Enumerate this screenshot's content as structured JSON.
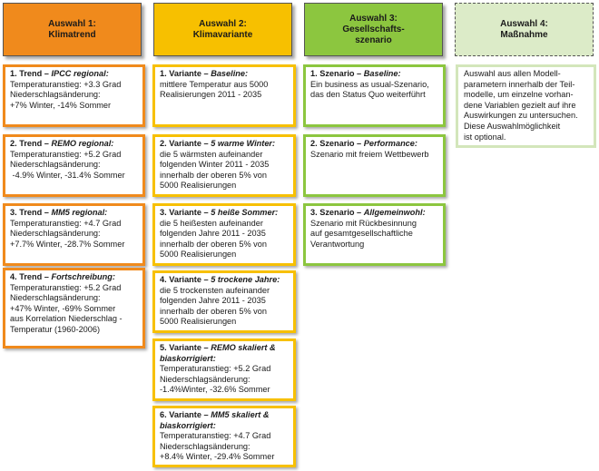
{
  "columns": [
    {
      "header": [
        "Auswahl 1:",
        "Klimatrend"
      ],
      "color": "#f08a1c",
      "border": "#f08a1c",
      "items": [
        {
          "num": "1. Trend – ",
          "name": "IPCC regional:",
          "lines": [
            "Temperaturanstieg: +3.3 Grad",
            "Niederschlagsänderung:",
            "+7% Winter, -14% Sommer"
          ]
        },
        {
          "num": "2. Trend – ",
          "name": "REMO regional:",
          "lines": [
            "Temperaturanstieg: +5.2 Grad",
            "Niederschlagsänderung:",
            " -4.9% Winter, -31.4% Sommer"
          ]
        },
        {
          "num": "3. Trend – ",
          "name": "MM5 regional:",
          "lines": [
            "Temperaturanstieg: +4.7 Grad",
            "Niederschlagsänderung:",
            "+7.7% Winter, -28.7% Sommer"
          ]
        },
        {
          "num": "4. Trend – ",
          "name": "Fortschreibung:",
          "lines": [
            "Temperaturanstieg: +5.2 Grad",
            "Niederschlagsänderung:",
            "+47% Winter, -69% Sommer",
            "aus Korrelation Niederschlag -",
            "Temperatur (1960-2006)"
          ]
        }
      ]
    },
    {
      "header": [
        "Auswahl 2:",
        "Klimavariante"
      ],
      "color": "#f7c000",
      "border": "#f7c000",
      "items": [
        {
          "num": "1. Variante – ",
          "name": "Baseline:",
          "lines": [
            "mittlere Temperatur aus 5000",
            "Realisierungen 2011 - 2035"
          ]
        },
        {
          "num": "2. Variante – ",
          "name": "5 warme Winter:",
          "lines": [
            "die 5 wärmsten aufeinander",
            "folgenden Winter 2011 - 2035",
            "innerhalb der oberen 5% von",
            "5000 Realisierungen"
          ]
        },
        {
          "num": "3. Variante – ",
          "name": "5 heiße Sommer:",
          "lines": [
            "die 5 heißesten aufeinander",
            "folgenden Jahre 2011 - 2035",
            "innerhalb der oberen 5% von",
            "5000 Realisierungen"
          ]
        },
        {
          "num": "4. Variante – ",
          "name": "5 trockene Jahre:",
          "lines": [
            "die 5 trockensten aufeinander",
            "folgenden Jahre 2011 - 2035",
            "innerhalb der oberen 5% von",
            "5000 Realisierungen"
          ]
        },
        {
          "num": "5. Variante – ",
          "name": "REMO skaliert &",
          "name2": "biaskorrigiert:",
          "lines": [
            "Temperaturanstieg: +5.2 Grad",
            "Niederschlagsänderung:",
            "-1.4%Winter, -32.6% Sommer"
          ]
        },
        {
          "num": "6. Variante – ",
          "name": "MM5 skaliert &",
          "name2": "biaskorrigiert:",
          "lines": [
            "Temperaturanstieg: +4.7 Grad",
            "Niederschlagsänderung:",
            "+8.4% Winter, -29.4% Sommer"
          ]
        }
      ]
    },
    {
      "header": [
        "Auswahl 3:",
        "Gesellschafts-",
        "szenario"
      ],
      "color": "#8cc63f",
      "border": "#8cc63f",
      "items": [
        {
          "num": "1. Szenario – ",
          "name": "Baseline:",
          "lines": [
            "Ein business as usual-Szenario,",
            "das den Status Quo weiterführt"
          ]
        },
        {
          "num": "2. Szenario – ",
          "name": "Performance:",
          "lines": [
            "Szenario mit freiem Wettbewerb"
          ]
        },
        {
          "num": "3. Szenario – ",
          "name": "Allgemeinwohl:",
          "lines": [
            "Szenario mit Rückbesinnung",
            "auf gesamtgesellschaftliche",
            "Verantwortung"
          ]
        }
      ]
    },
    {
      "header": [
        "Auswahl 4:",
        "Maßnahme"
      ],
      "color": "#dcebc8",
      "border": "#d3e6bb",
      "items": [
        {
          "num": "",
          "name": "",
          "lines": [
            "Auswahl aus allen Modell-",
            "parametern innerhalb der Teil-",
            "modelle, um einzelne vorhan-",
            "dene Variablen gezielt auf ihre",
            "Auswirkungen zu untersuchen.",
            "Diese Auswahlmöglichkeit",
            "ist optional."
          ]
        }
      ]
    }
  ]
}
